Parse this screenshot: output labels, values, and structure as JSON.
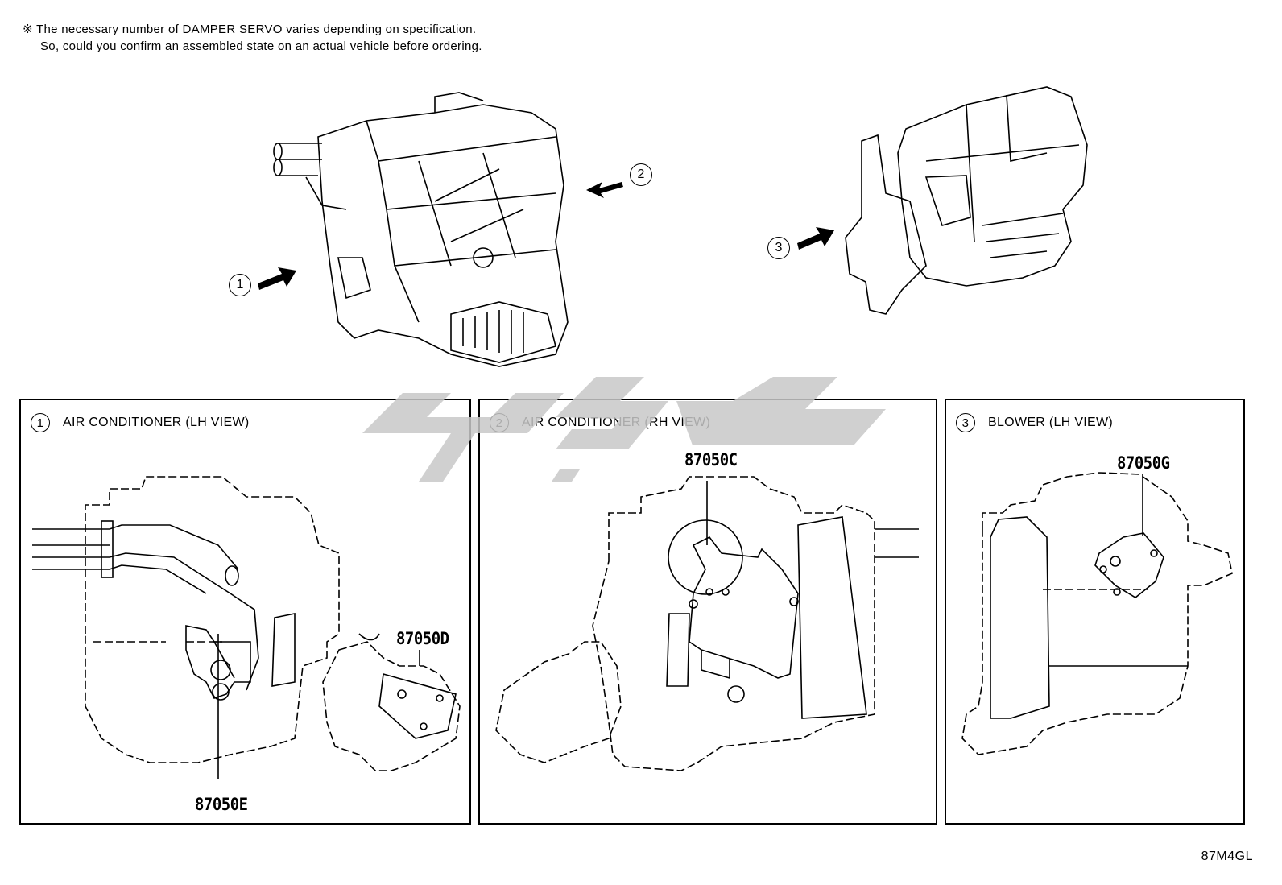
{
  "note": {
    "line1": "※ The necessary number of DAMPER SERVO varies depending on specification.",
    "line2": "So, could you confirm an assembled state on an actual vehicle before ordering."
  },
  "overview_callouts": [
    "1",
    "2",
    "3"
  ],
  "panels": [
    {
      "num": "1",
      "title": "AIR CONDITIONER (LH VIEW)",
      "parts": [
        "87050D",
        "87050E"
      ]
    },
    {
      "num": "2",
      "title": "AIR CONDITIONER (RH VIEW)",
      "parts": [
        "87050C"
      ]
    },
    {
      "num": "3",
      "title": "BLOWER (LH VIEW)",
      "parts": [
        "87050G"
      ]
    }
  ],
  "diagram_code": "87M4GL",
  "icons": {
    "arrow": "arrow-right-icon",
    "watermark": "logo-watermark"
  },
  "colors": {
    "line": "#000000",
    "watermark": "#c8c8c8"
  }
}
